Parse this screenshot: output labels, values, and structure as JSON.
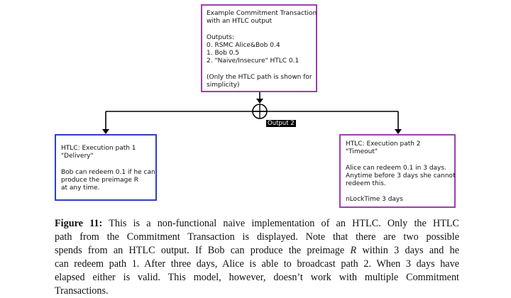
{
  "diagram": {
    "commitment_box": {
      "lines": [
        "Example Commitment Transaction",
        "with an HTLC output",
        "",
        "Outputs:",
        "0. RSMC Alice&Bob 0.4",
        "1. Bob 0.5",
        "2. \"Naive/Insecure\" HTLC 0.1",
        "",
        "(Only the HTLC path is shown for",
        "simplicity)"
      ]
    },
    "output_label": "Output 2",
    "path1_box": {
      "lines": [
        "HTLC: Execution path 1",
        "\"Delivery\"",
        "",
        "Bob can redeem 0.1 if he can",
        "produce the preimage R",
        "at any time."
      ]
    },
    "path2_box": {
      "lines": [
        "HTLC: Execution path 2",
        "\"Timeout\"",
        "",
        "Alice can redeem 0.1 in 3 days.",
        "Anytime before 3 days she cannot",
        "redeem this.",
        "",
        "nLockTime 3 days"
      ]
    },
    "colors": {
      "purple_border": "#9b3fb0",
      "blue_border": "#2e3fc4",
      "label_background": "#000000",
      "label_text": "#ffffff"
    }
  },
  "caption": {
    "figure_label": "Figure 11:",
    "line1": "This is a non-functional naive implementation of an HTLC. Only the HTLC",
    "line2": "path from the Commitment Transaction is displayed. Note that there are two possible",
    "line3_a": "spends from an HTLC output. If Bob can produce the preimage",
    "line3_var": "R",
    "line3_b": "within 3 days and he",
    "line4": "can redeem path 1. After three days, Alice is able to broadcast path 2. When 3 days have",
    "line5": "elapsed either is valid. This model, however, doesn’t work with multiple Commitment",
    "line6": "Transactions."
  }
}
